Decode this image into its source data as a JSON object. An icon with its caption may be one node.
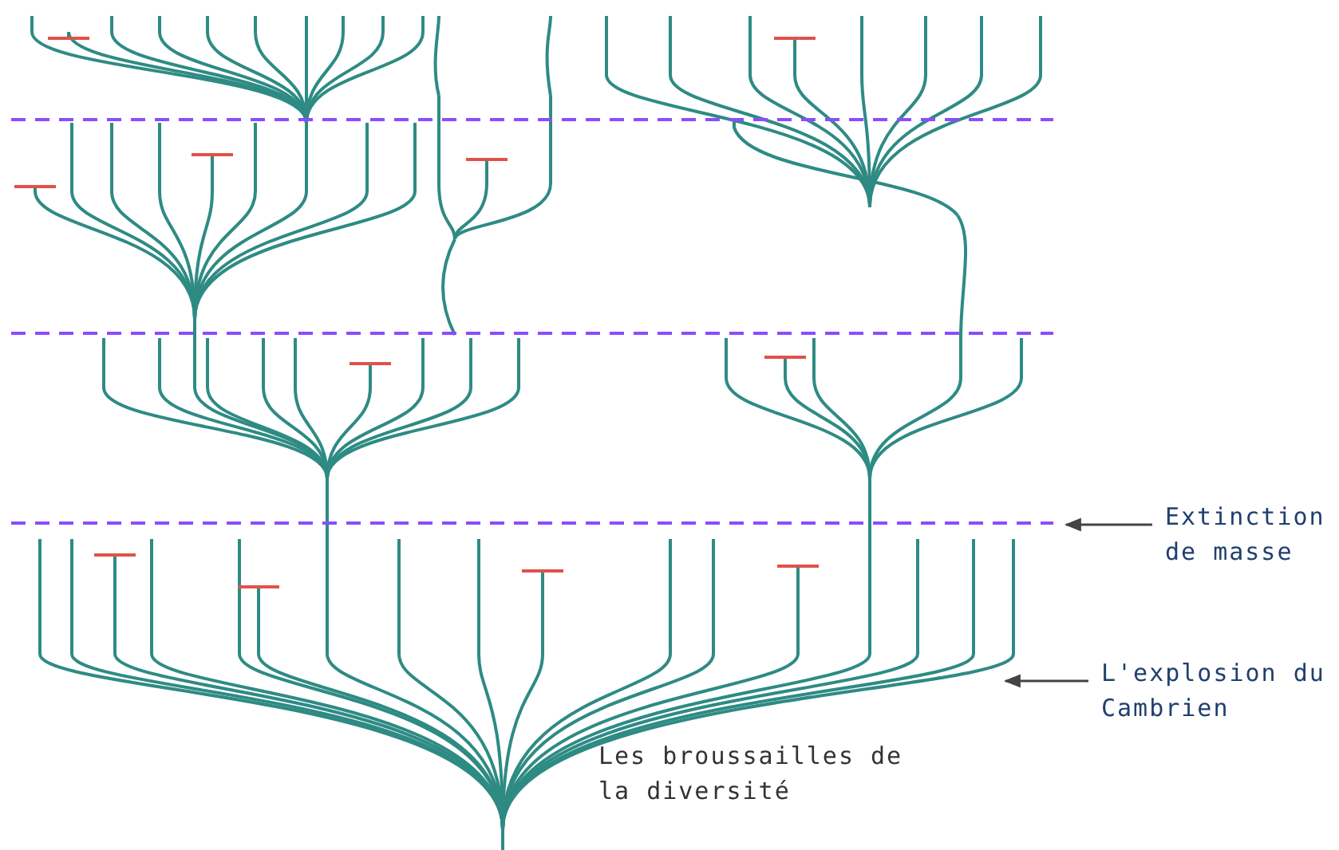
{
  "diagram": {
    "nodes": [
      {
        "text": [
          "Extinction de masse"
        ]
      },
      {
        "text": [
          "L'explosion du Cambrien"
        ]
      }
    ],
    "edges": [
      {
        "from": 0,
        "to": null,
        "arrow": "to"
      },
      {
        "from": 1,
        "to": null,
        "arrow": "to"
      }
    ],
    "labels": [
      "Les broussailles de la diversité"
    ]
  }
}
